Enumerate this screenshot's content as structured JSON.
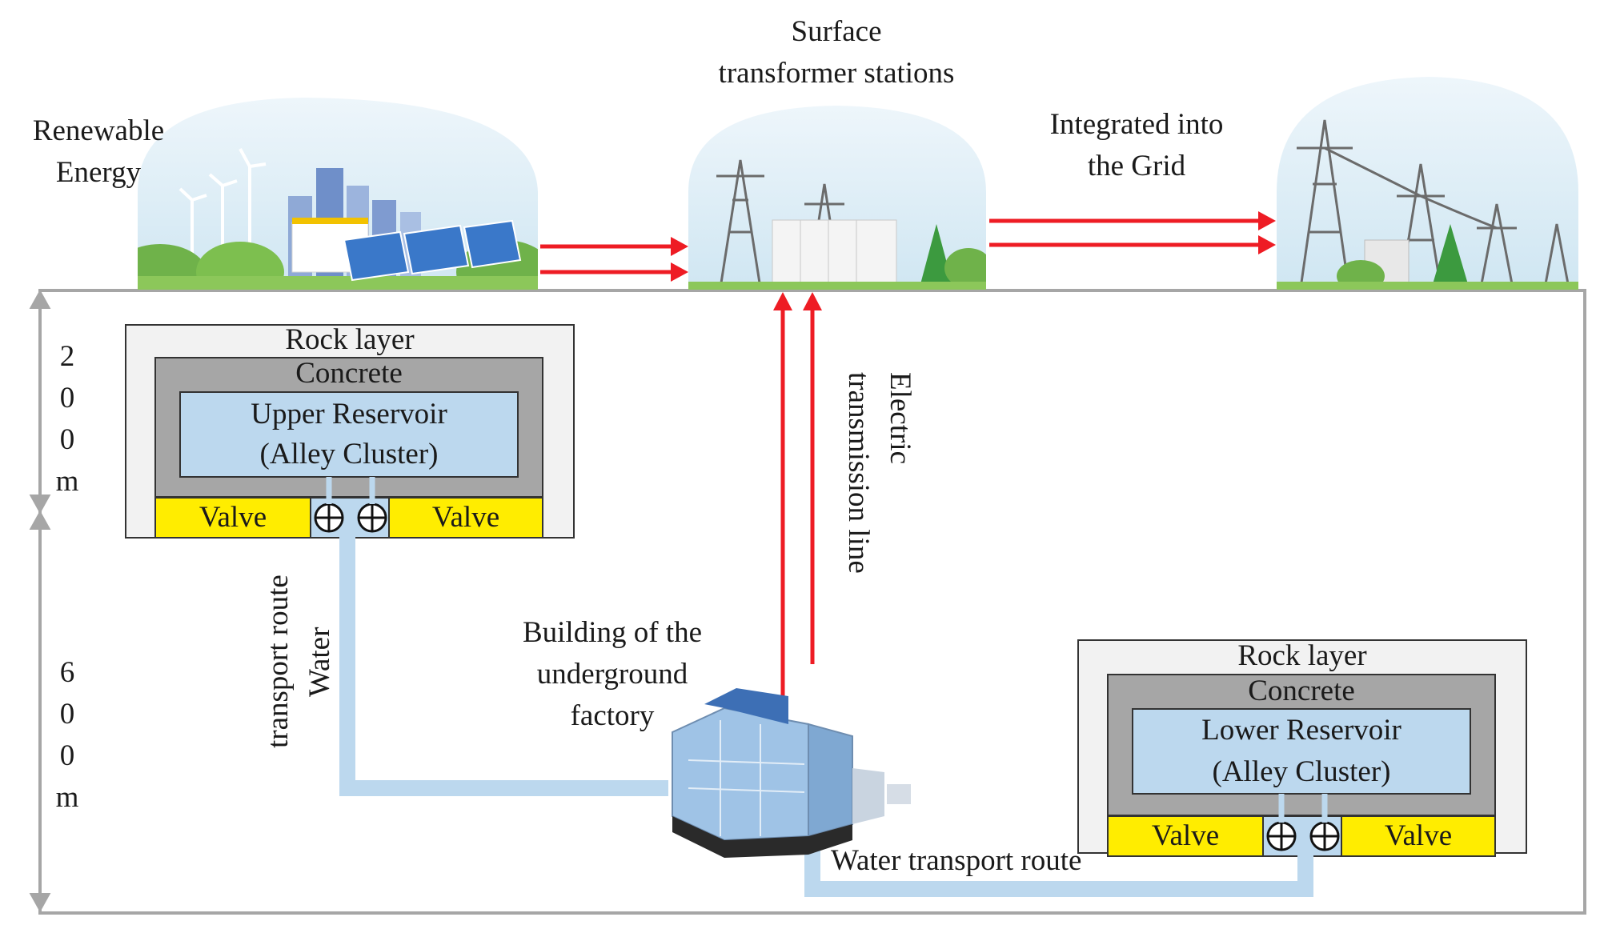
{
  "colors": {
    "arrow_red": "#ee1c24",
    "water_pipe": "#bcd8ee",
    "reservoir_fill": "#bcd8ee",
    "concrete": "#a6a6a6",
    "rock": "#f2f2f2",
    "valve": "#ffed00",
    "frame": "#a6a6a6"
  },
  "surface": {
    "renewable_energy": {
      "line1": "Renewable",
      "line2": "Energy"
    },
    "transformer_stations": {
      "line1": "Surface",
      "line2": "transformer stations"
    },
    "grid": {
      "line1": "Integrated into",
      "line2": "the Grid"
    }
  },
  "depth": {
    "upper": [
      "2",
      "0",
      "0",
      "m"
    ],
    "lower": [
      "6",
      "0",
      "0",
      "m"
    ]
  },
  "upper_reservoir": {
    "rock_label": "Rock layer",
    "concrete_label": "Concrete",
    "name_line1": "Upper Reservoir",
    "name_line2": "(Alley Cluster)",
    "valve_left": "Valve",
    "valve_right": "Valve"
  },
  "lower_reservoir": {
    "rock_label": "Rock layer",
    "concrete_label": "Concrete",
    "name_line1": "Lower Reservoir",
    "name_line2": "(Alley Cluster)",
    "valve_left": "Valve",
    "valve_right": "Valve"
  },
  "routes": {
    "upper_water_line1": "Water",
    "upper_water_line2": "transport route",
    "lower_water": "Water transport route",
    "electric_line1": "Electric",
    "electric_line2": "transmission line"
  },
  "factory": {
    "line1": "Building of the",
    "line2": "underground",
    "line3": "factory"
  }
}
